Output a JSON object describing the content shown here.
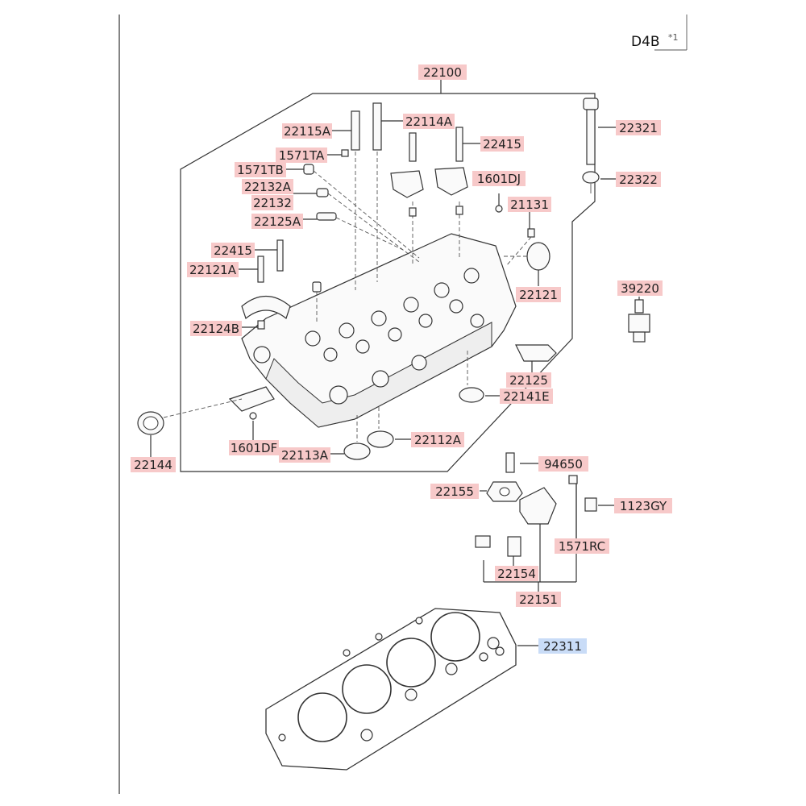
{
  "header": {
    "engine_code": "D4B",
    "engine_suffix": "*1"
  },
  "colors": {
    "label_bg": "#f7c9c9",
    "highlight_bg": "#c9dcf7"
  },
  "callouts": [
    {
      "id": "c-22100",
      "text": "22100",
      "highlight": false
    },
    {
      "id": "c-22115a",
      "text": "22115A",
      "highlight": false
    },
    {
      "id": "c-22114a",
      "text": "22114A",
      "highlight": false
    },
    {
      "id": "c-1571ta",
      "text": "1571TA",
      "highlight": false
    },
    {
      "id": "c-22415-top",
      "text": "22415",
      "highlight": false
    },
    {
      "id": "c-1571tb",
      "text": "1571TB",
      "highlight": false
    },
    {
      "id": "c-1601dj",
      "text": "1601DJ",
      "highlight": false
    },
    {
      "id": "c-22132a",
      "text": "22132A",
      "highlight": false
    },
    {
      "id": "c-22132",
      "text": "22132",
      "highlight": false
    },
    {
      "id": "c-21131",
      "text": "21131",
      "highlight": false
    },
    {
      "id": "c-22125a",
      "text": "22125A",
      "highlight": false
    },
    {
      "id": "c-22415-left",
      "text": "22415",
      "highlight": false
    },
    {
      "id": "c-22121a",
      "text": "22121A",
      "highlight": false
    },
    {
      "id": "c-22121",
      "text": "22121",
      "highlight": false
    },
    {
      "id": "c-22124b",
      "text": "22124B",
      "highlight": false
    },
    {
      "id": "c-22125",
      "text": "22125",
      "highlight": false
    },
    {
      "id": "c-22141e",
      "text": "22141E",
      "highlight": false
    },
    {
      "id": "c-22144",
      "text": "22144",
      "highlight": false
    },
    {
      "id": "c-22112a",
      "text": "22112A",
      "highlight": false
    },
    {
      "id": "c-1601df",
      "text": "1601DF",
      "highlight": false
    },
    {
      "id": "c-22113a",
      "text": "22113A",
      "highlight": false
    },
    {
      "id": "c-22321",
      "text": "22321",
      "highlight": false
    },
    {
      "id": "c-22322",
      "text": "22322",
      "highlight": false
    },
    {
      "id": "c-39220",
      "text": "39220",
      "highlight": false
    },
    {
      "id": "c-94650",
      "text": "94650",
      "highlight": false
    },
    {
      "id": "c-22155",
      "text": "22155",
      "highlight": false
    },
    {
      "id": "c-1123gy",
      "text": "1123GY",
      "highlight": false
    },
    {
      "id": "c-1571rc",
      "text": "1571RC",
      "highlight": false
    },
    {
      "id": "c-22154",
      "text": "22154",
      "highlight": false
    },
    {
      "id": "c-22151",
      "text": "22151",
      "highlight": false
    },
    {
      "id": "c-22311",
      "text": "22311",
      "highlight": true
    }
  ]
}
